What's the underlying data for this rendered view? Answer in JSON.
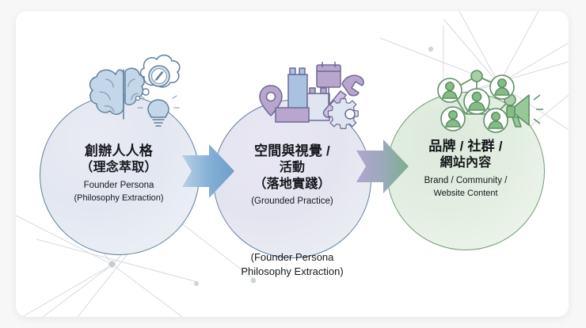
{
  "card": {
    "background_color": "#ffffff",
    "outer_background_color": "#f7f7f8"
  },
  "diagram": {
    "title_caption": {
      "line1": "(Founder Persona",
      "line2": "Philosophy Extraction)"
    },
    "stages": [
      {
        "id": "founder-persona",
        "cn_line1": "創辦人人格",
        "cn_line2": "（理念萃取）",
        "en_line1": "Founder Persona",
        "en_line2": "(Philosophy Extraction)",
        "ring_color": "#5d7f96",
        "fill_color": "#e6e9f3",
        "icons": [
          "brain-icon",
          "thought-bubble-icon",
          "compass-icon",
          "lightbulb-icon"
        ]
      },
      {
        "id": "space-visual-activity",
        "cn_line1": "空間與視覺 /",
        "cn_line2": "活動",
        "cn_line3": "（落地實踐）",
        "en_line1": "(Grounded Practice)",
        "ring_color": "#62809a",
        "fill_color": "#e5e4f1",
        "icons": [
          "map-pin-icon",
          "building-icon",
          "calendar-icon",
          "hammer-icon",
          "gear-icon"
        ]
      },
      {
        "id": "brand-community-website",
        "cn_line1": "品牌 / 社群 /",
        "cn_line2": "網站內容",
        "en_line1": "Brand / Community /",
        "en_line2": "Website Content",
        "ring_color": "#6e9d72",
        "fill_color": "#e1eee0",
        "icons": [
          "people-network-icon",
          "megaphone-icon"
        ]
      }
    ],
    "arrows": [
      {
        "id": "arrow-stage1-to-stage2",
        "from_color": "#8fb4d8",
        "to_color": "#6e9dcb"
      },
      {
        "id": "arrow-stage2-to-stage3",
        "from_color": "#a79ac8",
        "to_color": "#7fae8a"
      }
    ],
    "decoration": {
      "line_color": "#d8dadd",
      "node_color": "#c6ccd6"
    }
  }
}
